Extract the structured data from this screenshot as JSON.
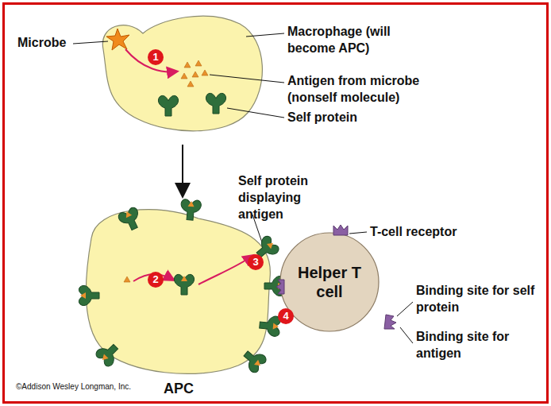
{
  "diagram": {
    "nodes": [
      {
        "text": [
          "APC"
        ]
      },
      {
        "text": [
          "Helper T cell"
        ]
      }
    ],
    "labels": [
      "Microbe",
      "Macrophage (will become APC)",
      "Antigen from microbe (nonself molecule)",
      "Self protein",
      "1",
      "Self protein displaying antigen",
      "T-cell receptor",
      "Binding site for self protein",
      "Binding site for antigen",
      "2",
      "3",
      "4",
      "©Addison Wesley Longman, Inc."
    ]
  }
}
